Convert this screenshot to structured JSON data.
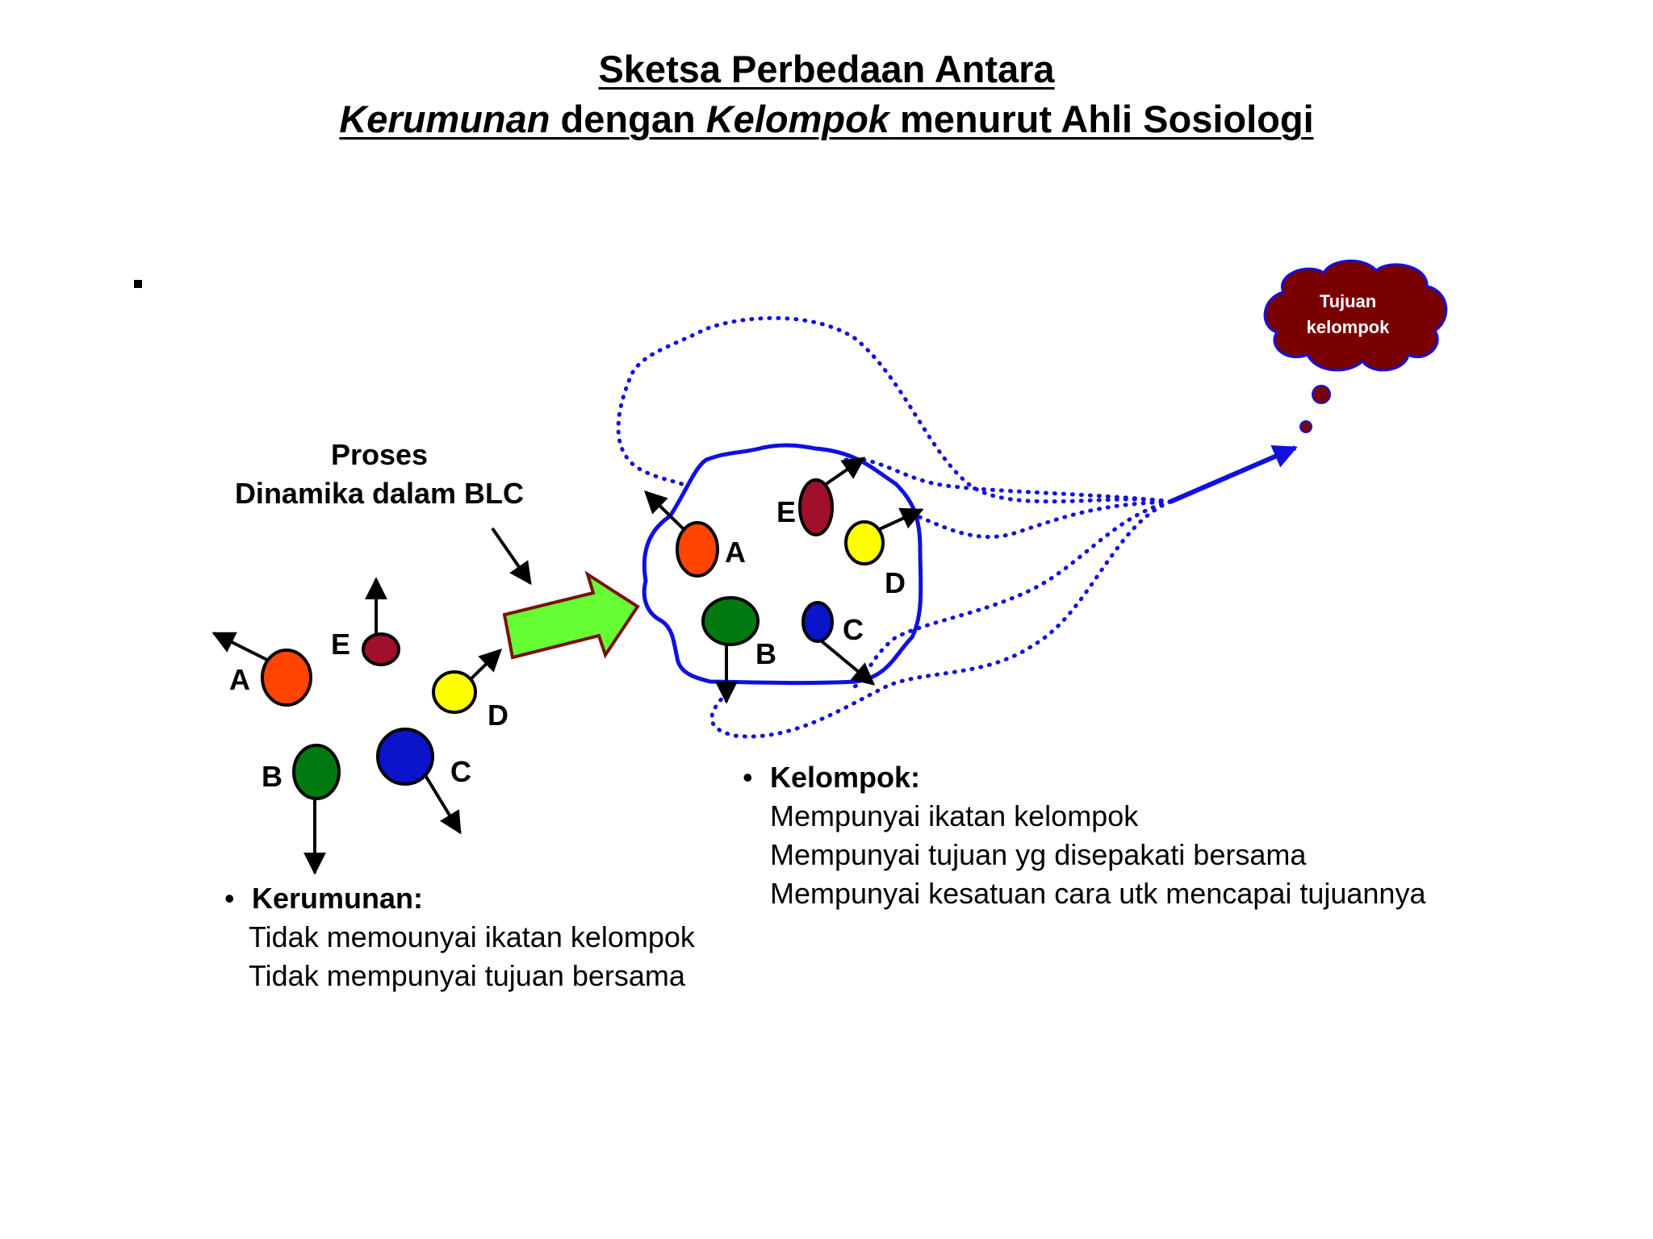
{
  "title": {
    "line1": "Sketsa Perbedaan Antara",
    "line2_part1": "Kerumunan ",
    "line2_part2": "dengan ",
    "line2_part3": "Kelompok",
    "line2_part4": " menurut Ahli Sosiologi"
  },
  "process_label": {
    "line1": "Proses",
    "line2": "Dinamika dalam BLC"
  },
  "crowd": {
    "nodes": [
      {
        "label": "A",
        "color": "#ff4500"
      },
      {
        "label": "E",
        "color": "#a0102a"
      },
      {
        "label": "D",
        "color": "#ffff00"
      },
      {
        "label": "B",
        "color": "#007a10"
      },
      {
        "label": "C",
        "color": "#0a14c8"
      }
    ],
    "heading": "Kerumunan:",
    "lines": [
      "Tidak memounyai ikatan kelompok",
      "Tidak mempunyai tujuan bersama"
    ]
  },
  "group": {
    "nodes": [
      {
        "label": "A",
        "color": "#ff4500"
      },
      {
        "label": "E",
        "color": "#a0102a"
      },
      {
        "label": "D",
        "color": "#ffff00"
      },
      {
        "label": "B",
        "color": "#007a10"
      },
      {
        "label": "C",
        "color": "#0a14c8"
      }
    ],
    "heading": "Kelompok:",
    "lines": [
      "Mempunyai ikatan kelompok",
      "Mempunyai tujuan yg disepakati bersama",
      "Mempunyai kesatuan cara utk mencapai tujuannya"
    ]
  },
  "goal": {
    "line1": "Tujuan",
    "line2": "kelompok",
    "color": "#7a0000"
  },
  "colors": {
    "group_outline": "#1010e0",
    "process_arrow_fill": "#66ff33",
    "process_arrow_stroke": "#7a1010"
  }
}
